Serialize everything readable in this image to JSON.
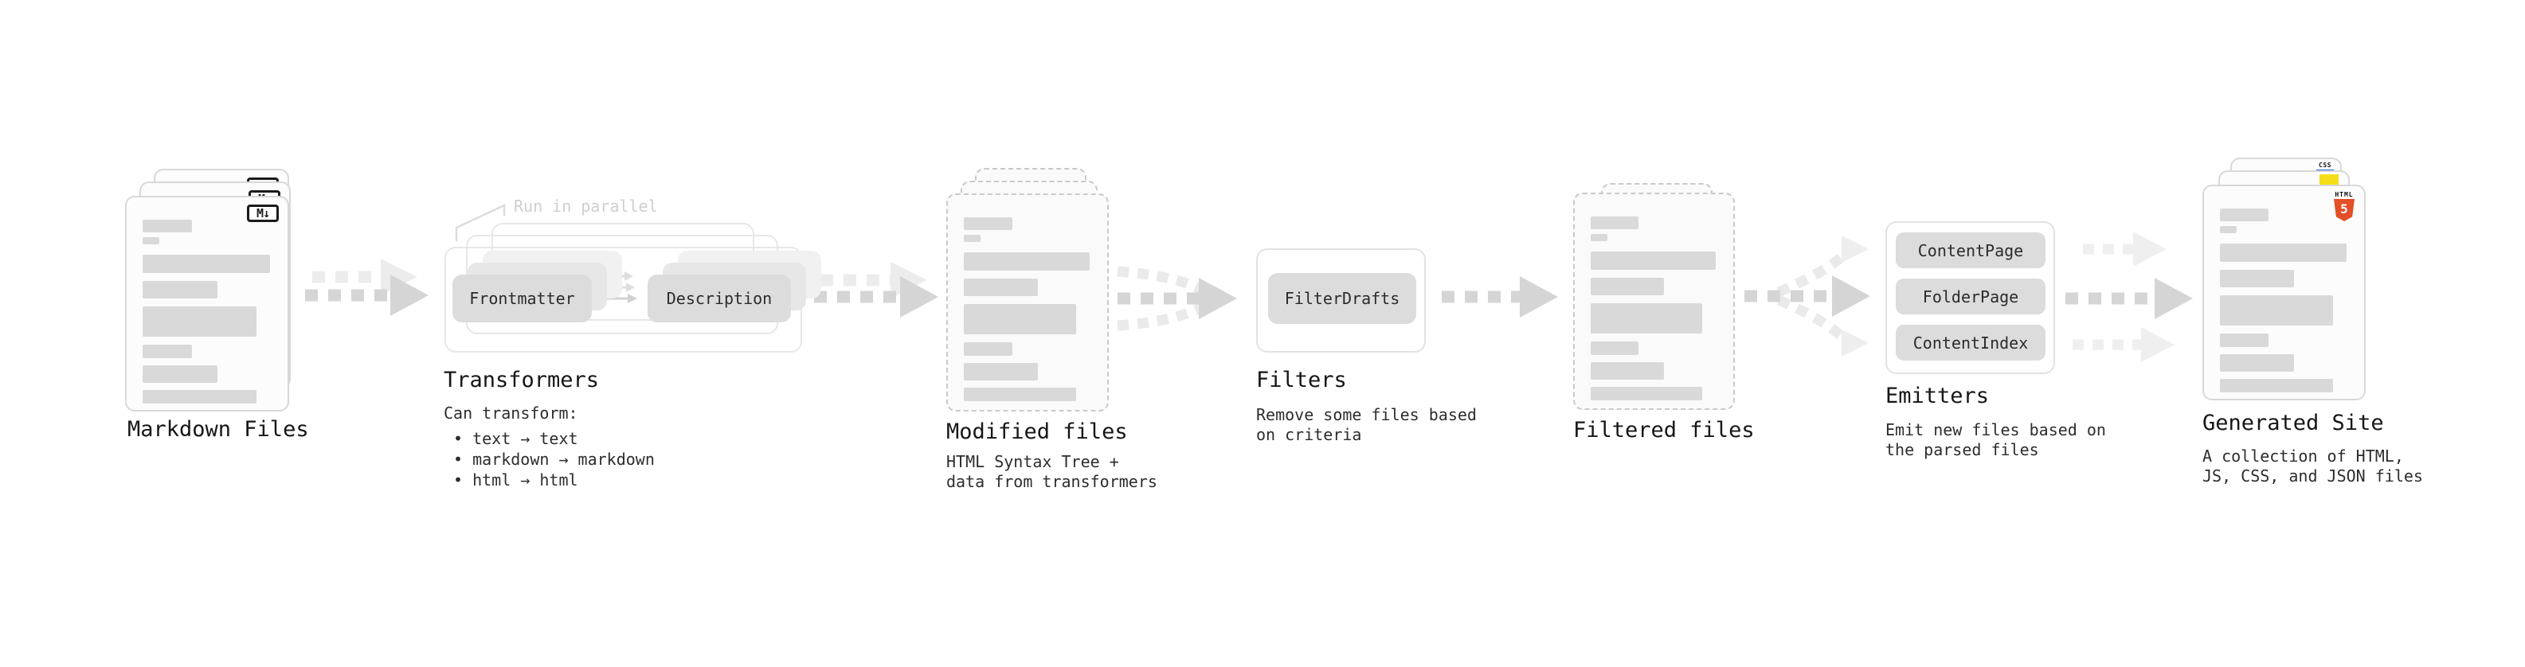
{
  "markdown_files": {
    "label": "Markdown Files",
    "badge": "M↓"
  },
  "transformers": {
    "annotation": "Run in parallel",
    "pill_left": "Frontmatter",
    "pill_right": "Description",
    "label": "Transformers",
    "desc_title": "Can transform:",
    "bullets": [
      "• text → text",
      "• markdown → markdown",
      "• html → html"
    ]
  },
  "modified_files": {
    "label": "Modified files",
    "desc_lines": [
      "HTML Syntax Tree +",
      "data from transformers"
    ]
  },
  "filters": {
    "pill": "FilterDrafts",
    "label": "Filters",
    "desc_lines": [
      "Remove some files based",
      "on criteria"
    ]
  },
  "filtered_files": {
    "label": "Filtered files"
  },
  "emitters": {
    "pills": [
      "ContentPage",
      "FolderPage",
      "ContentIndex"
    ],
    "label": "Emitters",
    "desc_lines": [
      "Emit new files based on",
      "the parsed files"
    ]
  },
  "generated_site": {
    "label": "Generated Site",
    "desc_lines": [
      "A collection of HTML,",
      "JS, CSS, and JSON files"
    ],
    "badges": {
      "html_text": "HTML",
      "html_number": "5",
      "css_text": "CSS"
    }
  },
  "doc_bars": [
    [
      38,
      16,
      0
    ],
    [
      13,
      9,
      6
    ],
    [
      99,
      23,
      13
    ],
    [
      58,
      22,
      10
    ],
    [
      88,
      38,
      10
    ],
    [
      38,
      17,
      10
    ],
    [
      58,
      22,
      9
    ],
    [
      88,
      17,
      9
    ]
  ],
  "colors": {
    "html5_orange": "#e34f26",
    "js_yellow": "#f5de19",
    "css_blue": "#2563eb",
    "bar_gray": "#d9d9d9",
    "arrow_gray": "#d5d5d5"
  }
}
